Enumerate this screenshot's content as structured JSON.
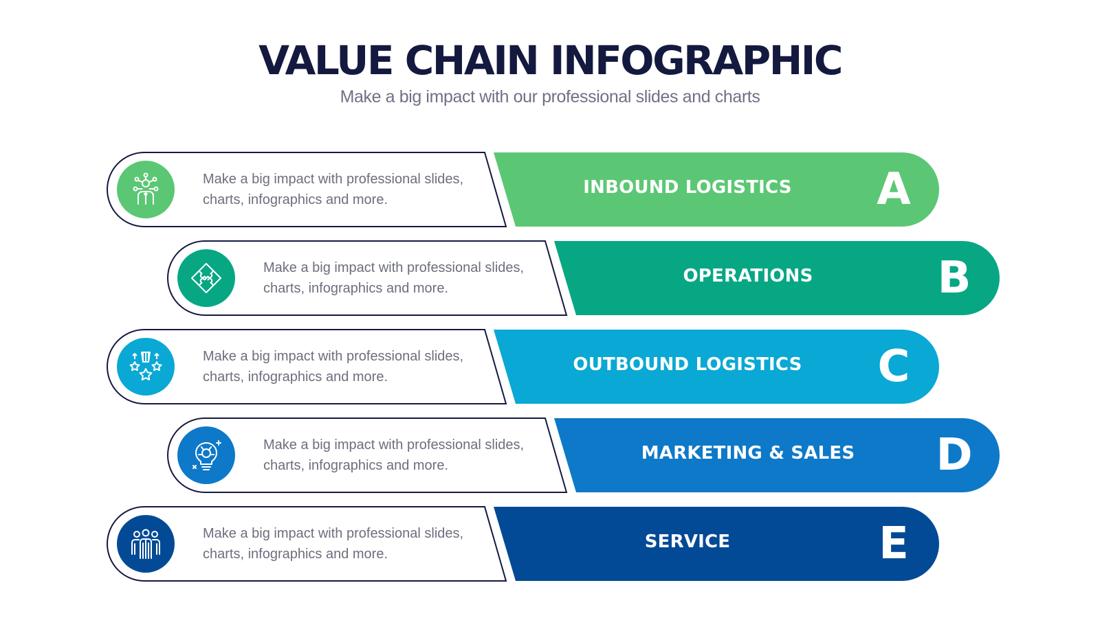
{
  "title": "VALUE CHAIN INFOGRAPHIC",
  "subtitle": "Make a big impact with our professional slides and charts",
  "rows": [
    {
      "label": "INBOUND LOGISTICS",
      "letter": "A",
      "description": "Make a big impact with professional slides, charts, infographics and more.",
      "color": "#5bc774",
      "icon": "network-person-icon"
    },
    {
      "label": "OPERATIONS",
      "letter": "B",
      "description": "Make a big impact with professional slides, charts, infographics and more.",
      "color": "#07a784",
      "icon": "puzzle-icon"
    },
    {
      "label": "OUTBOUND LOGISTICS",
      "letter": "C",
      "description": "Make a big impact with professional slides, charts, infographics and more.",
      "color": "#0aa8d4",
      "icon": "award-stars-icon"
    },
    {
      "label": "MARKETING & SALES",
      "letter": "D",
      "description": "Make a big impact with professional slides, charts, infographics and more.",
      "color": "#0e79c8",
      "icon": "idea-bulb-icon"
    },
    {
      "label": "SERVICE",
      "letter": "E",
      "description": "Make a big impact with professional slides, charts, infographics and more.",
      "color": "#034a96",
      "icon": "team-icon"
    }
  ]
}
